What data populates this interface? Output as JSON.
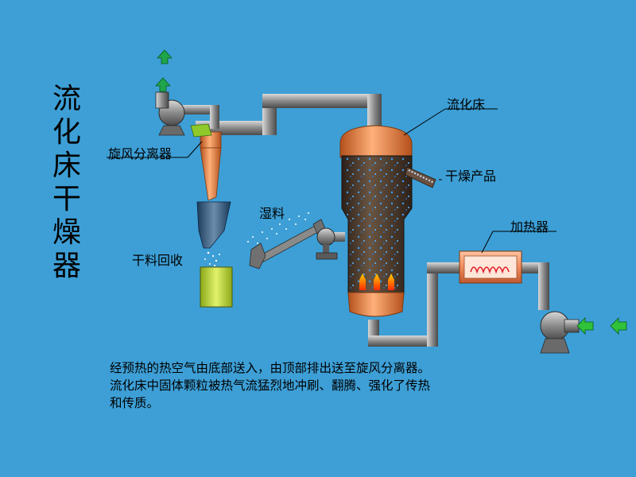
{
  "title_chars": [
    "流",
    "化",
    "床",
    "干",
    "燥",
    "器"
  ],
  "labels": {
    "cyclone": "旋风分离器",
    "fluid_bed": "流化床",
    "dry_product": "干燥产品",
    "wet_material": "湿料",
    "heater": "加热器",
    "dry_recovery": "干料回收"
  },
  "description": [
    "经预热的热空气由底部送入，由顶部排出送至旋风分离器。",
    "流化床中固体颗粒被热气流猛烈地冲刷、翻腾、强化了传热",
    "和传质。"
  ],
  "colors": {
    "background": "#3d9fd6",
    "pipe": "#8a8a8a",
    "bed_body": "#5a4a3a",
    "vessel": "#f08a3c",
    "outlet_arrow": "#1fa54a",
    "inlet_arrow": "#2fc23a",
    "heater_coil": "#e0202a",
    "collector": "#c8e02a"
  }
}
